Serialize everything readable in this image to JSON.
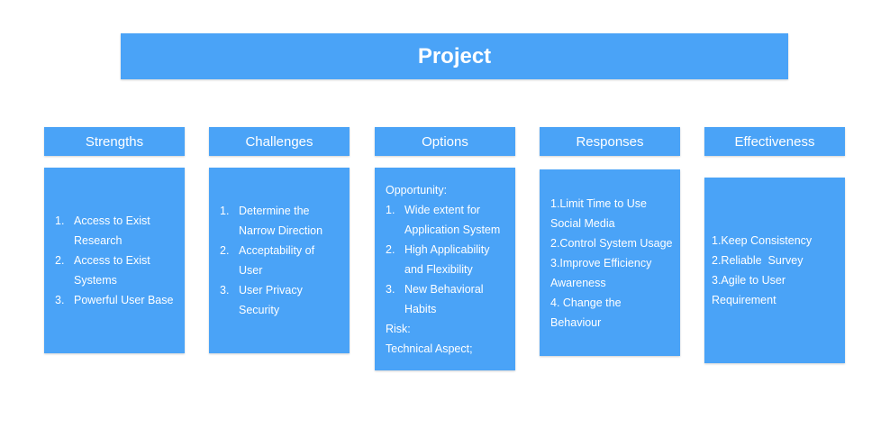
{
  "title": "Project",
  "columns": {
    "strengths": {
      "heading": "Strengths",
      "items": [
        {
          "num": "1.",
          "text": "Access to Exist Research"
        },
        {
          "num": "2.",
          "text": "Access to Exist Systems"
        },
        {
          "num": "3.",
          "text": "Powerful User Base"
        }
      ]
    },
    "challenges": {
      "heading": "Challenges",
      "items": [
        {
          "num": "1.",
          "text": "Determine the Narrow Direction"
        },
        {
          "num": "2.",
          "text": "Acceptability of User"
        },
        {
          "num": "3.",
          "text": "User Privacy Security"
        }
      ]
    },
    "options": {
      "heading": "Options",
      "opportunity_label": "Opportunity:",
      "items": [
        {
          "num": "1.",
          "text": "Wide extent for Application System"
        },
        {
          "num": "2.",
          "text": "High Applicability and Flexibility"
        },
        {
          "num": "3.",
          "text": "New Behavioral Habits"
        }
      ],
      "risk_label": "Risk:",
      "risk_text": "Technical Aspect;"
    },
    "responses": {
      "heading": "Responses",
      "lines": [
        "1.Limit Time to Use Social Media",
        "2.Control System Usage",
        "3.Improve Efficiency Awareness",
        "4. Change the Behaviour"
      ]
    },
    "effectiveness": {
      "heading": "Effectiveness",
      "lines": [
        "1.Keep Consistency",
        "2.Reliable  Survey",
        "3.Agile to User Requirement"
      ]
    }
  }
}
